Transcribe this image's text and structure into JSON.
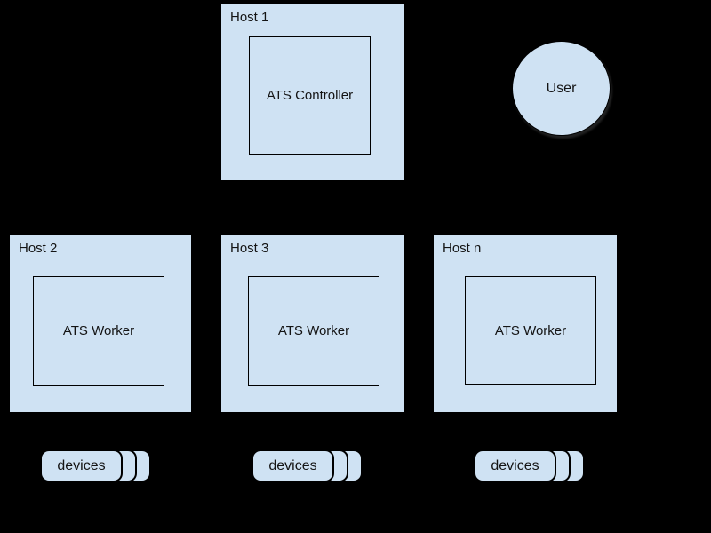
{
  "diagram": {
    "background_color": "#000000",
    "node_fill_color": "#cfe2f3",
    "node_stroke_color": "#000000",
    "hosts": [
      {
        "label": "Host 1",
        "component": "ATS Controller"
      },
      {
        "label": "Host 2",
        "component": "ATS Worker"
      },
      {
        "label": "Host 3",
        "component": "ATS Worker"
      },
      {
        "label": "Host n",
        "component": "ATS Worker"
      }
    ],
    "user": {
      "label": "User"
    },
    "device_stacks": [
      {
        "label": "devices"
      },
      {
        "label": "devices"
      },
      {
        "label": "devices"
      }
    ]
  }
}
